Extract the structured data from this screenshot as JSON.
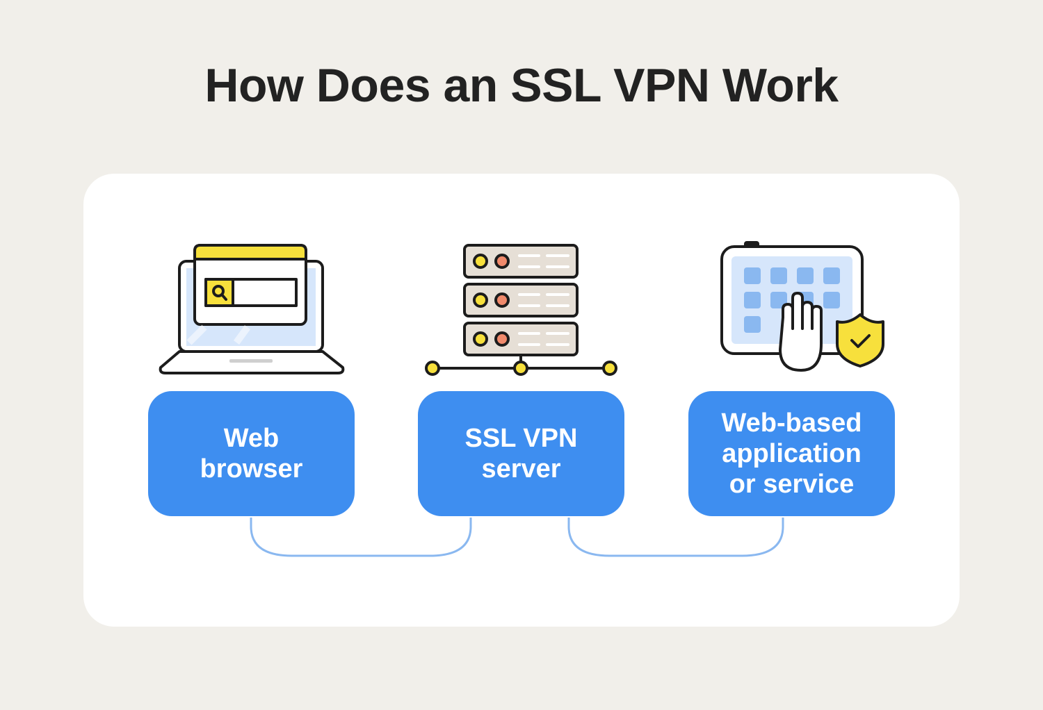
{
  "title": "How Does an SSL VPN Work",
  "colors": {
    "background": "#f1efea",
    "card": "#ffffff",
    "label_box": "#3e8ef0",
    "connector": "#8ab8f0",
    "accent_yellow": "#f7e03c",
    "screen_blue": "#d6e6fb",
    "server_beige": "#e6dfd6"
  },
  "steps": [
    {
      "label": "Web\nbrowser",
      "icon": "laptop-browser-icon"
    },
    {
      "label": "SSL VPN\nserver",
      "icon": "server-rack-icon"
    },
    {
      "label": "Web-based\napplication\nor service",
      "icon": "tablet-touch-shield-icon"
    }
  ]
}
